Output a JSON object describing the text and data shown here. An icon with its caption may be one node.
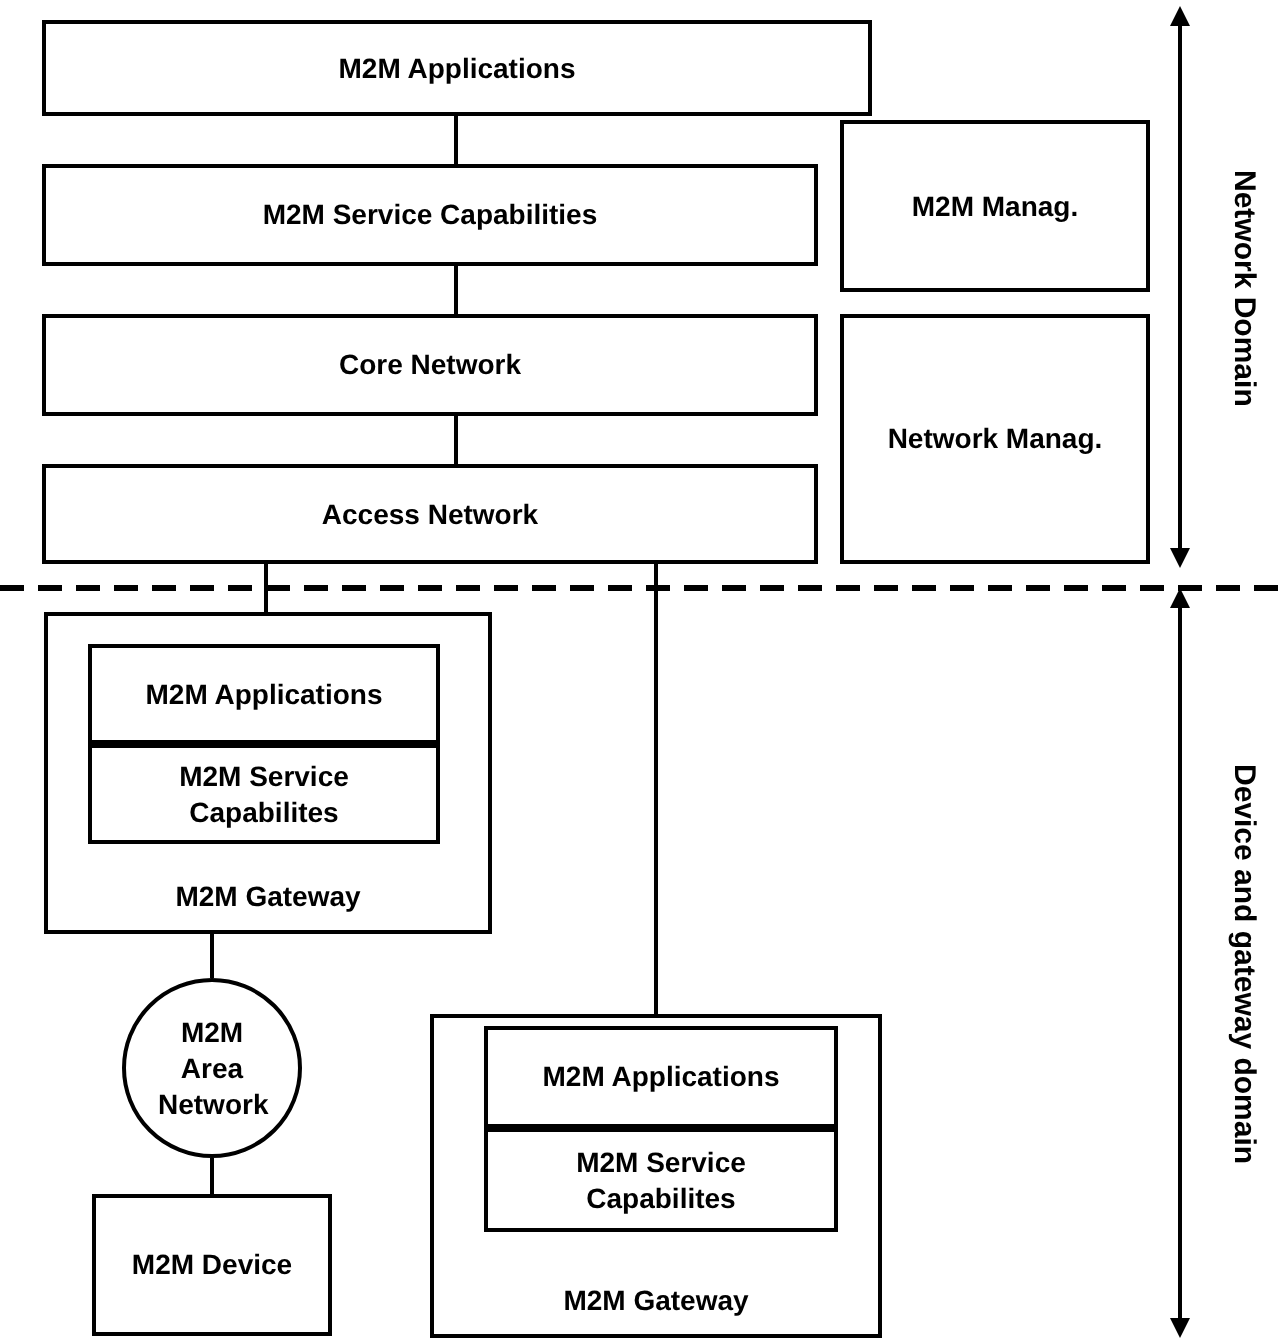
{
  "diagram": {
    "nodes": [
      {
        "text": [
          "M2M Applications"
        ]
      },
      {
        "text": [
          "M2M Service Capabilities"
        ]
      },
      {
        "text": [
          "Core Network"
        ]
      },
      {
        "text": [
          "Access Network"
        ]
      },
      {
        "text": [
          "M2M Manag."
        ]
      },
      {
        "text": [
          "Network Manag."
        ]
      },
      {
        "text": [
          "M2M Gateway"
        ]
      },
      {
        "text": [
          "M2M Applications"
        ],
        "in": 6
      },
      {
        "text": [
          "M2M Service Capabilites"
        ],
        "in": 6
      },
      {
        "text": [
          "M2M Area Network"
        ]
      },
      {
        "text": [
          "M2M Device"
        ]
      },
      {
        "text": [
          "M2M Gateway"
        ]
      },
      {
        "text": [
          "M2M Applications"
        ],
        "in": 11
      },
      {
        "text": [
          "M2M Service Capabilites"
        ],
        "in": 11
      }
    ],
    "edges": [
      {
        "from": 0,
        "to": 1,
        "arrow": "none"
      },
      {
        "from": 1,
        "to": 2,
        "arrow": "none"
      },
      {
        "from": 2,
        "to": 3,
        "arrow": "none"
      },
      {
        "from": 3,
        "to": 6,
        "arrow": "none"
      },
      {
        "from": 3,
        "to": 11,
        "arrow": "none"
      },
      {
        "from": 6,
        "to": 9,
        "arrow": "none"
      },
      {
        "from": 9,
        "to": 10,
        "arrow": "none"
      }
    ],
    "labels": [
      "Network Domain",
      "Device and gateway domain"
    ]
  }
}
